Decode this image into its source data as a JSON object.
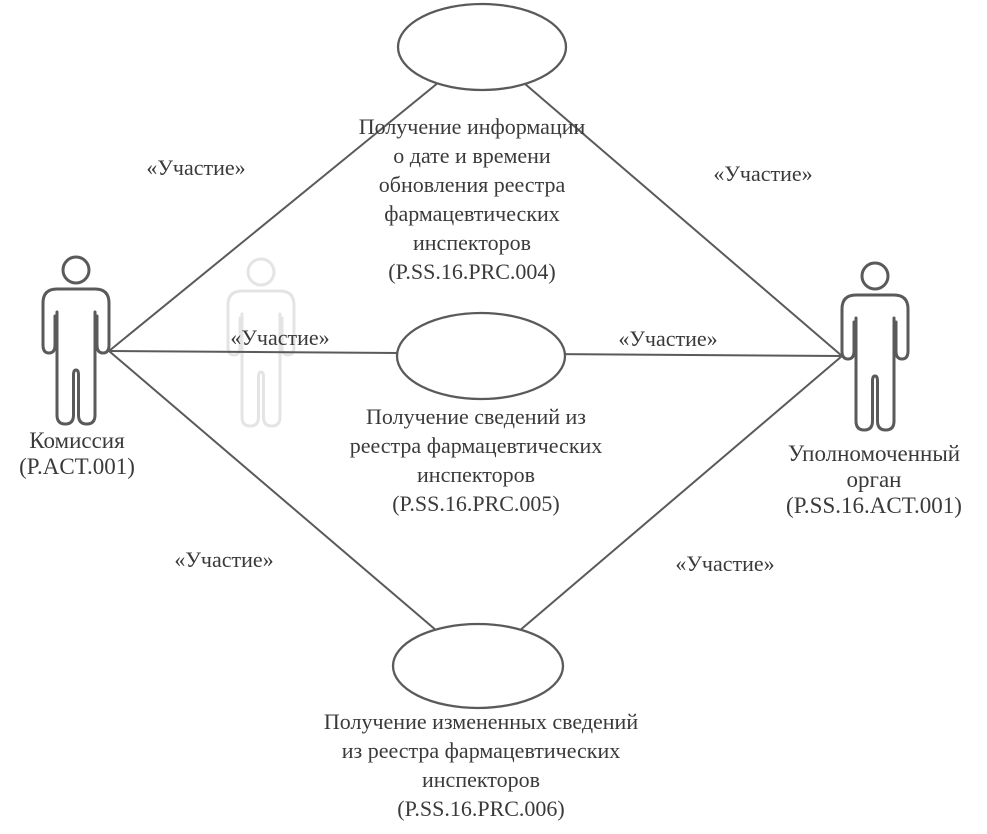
{
  "diagram": {
    "type": "uml-use-case",
    "colors": {
      "line": "#5a5a5a",
      "text": "#3a3a3a",
      "ghost": "#e4e4e4",
      "background": "#ffffff"
    },
    "actors": [
      {
        "id": "commission",
        "label": "Комиссия\n(P.ACT.001)",
        "side": "left"
      },
      {
        "id": "authorized-body",
        "label": "Уполномоченный\nорган\n(P.SS.16.ACT.001)",
        "side": "right"
      }
    ],
    "use_cases": [
      {
        "id": "prc-004",
        "label": "Получение информации\nо дате и времени\nобновления реестра\nфармацевтических\nинспекторов\n(P.SS.16.PRC.004)"
      },
      {
        "id": "prc-005",
        "label": "Получение сведений из\nреестра фармацевтических\nинспекторов\n(P.SS.16.PRC.005)"
      },
      {
        "id": "prc-006",
        "label": "Получение измененных сведений\nиз реестра фармацевтических\nинспекторов\n(P.SS.16.PRC.006)"
      }
    ],
    "connections": [
      {
        "from": "commission",
        "to": "prc-004",
        "label": "«Участие»"
      },
      {
        "from": "authorized-body",
        "to": "prc-004",
        "label": "«Участие»"
      },
      {
        "from": "commission",
        "to": "prc-005",
        "label": "«Участие»"
      },
      {
        "from": "authorized-body",
        "to": "prc-005",
        "label": "«Участие»"
      },
      {
        "from": "commission",
        "to": "prc-006",
        "label": "«Участие»"
      },
      {
        "from": "authorized-body",
        "to": "prc-006",
        "label": "«Участие»"
      }
    ]
  }
}
